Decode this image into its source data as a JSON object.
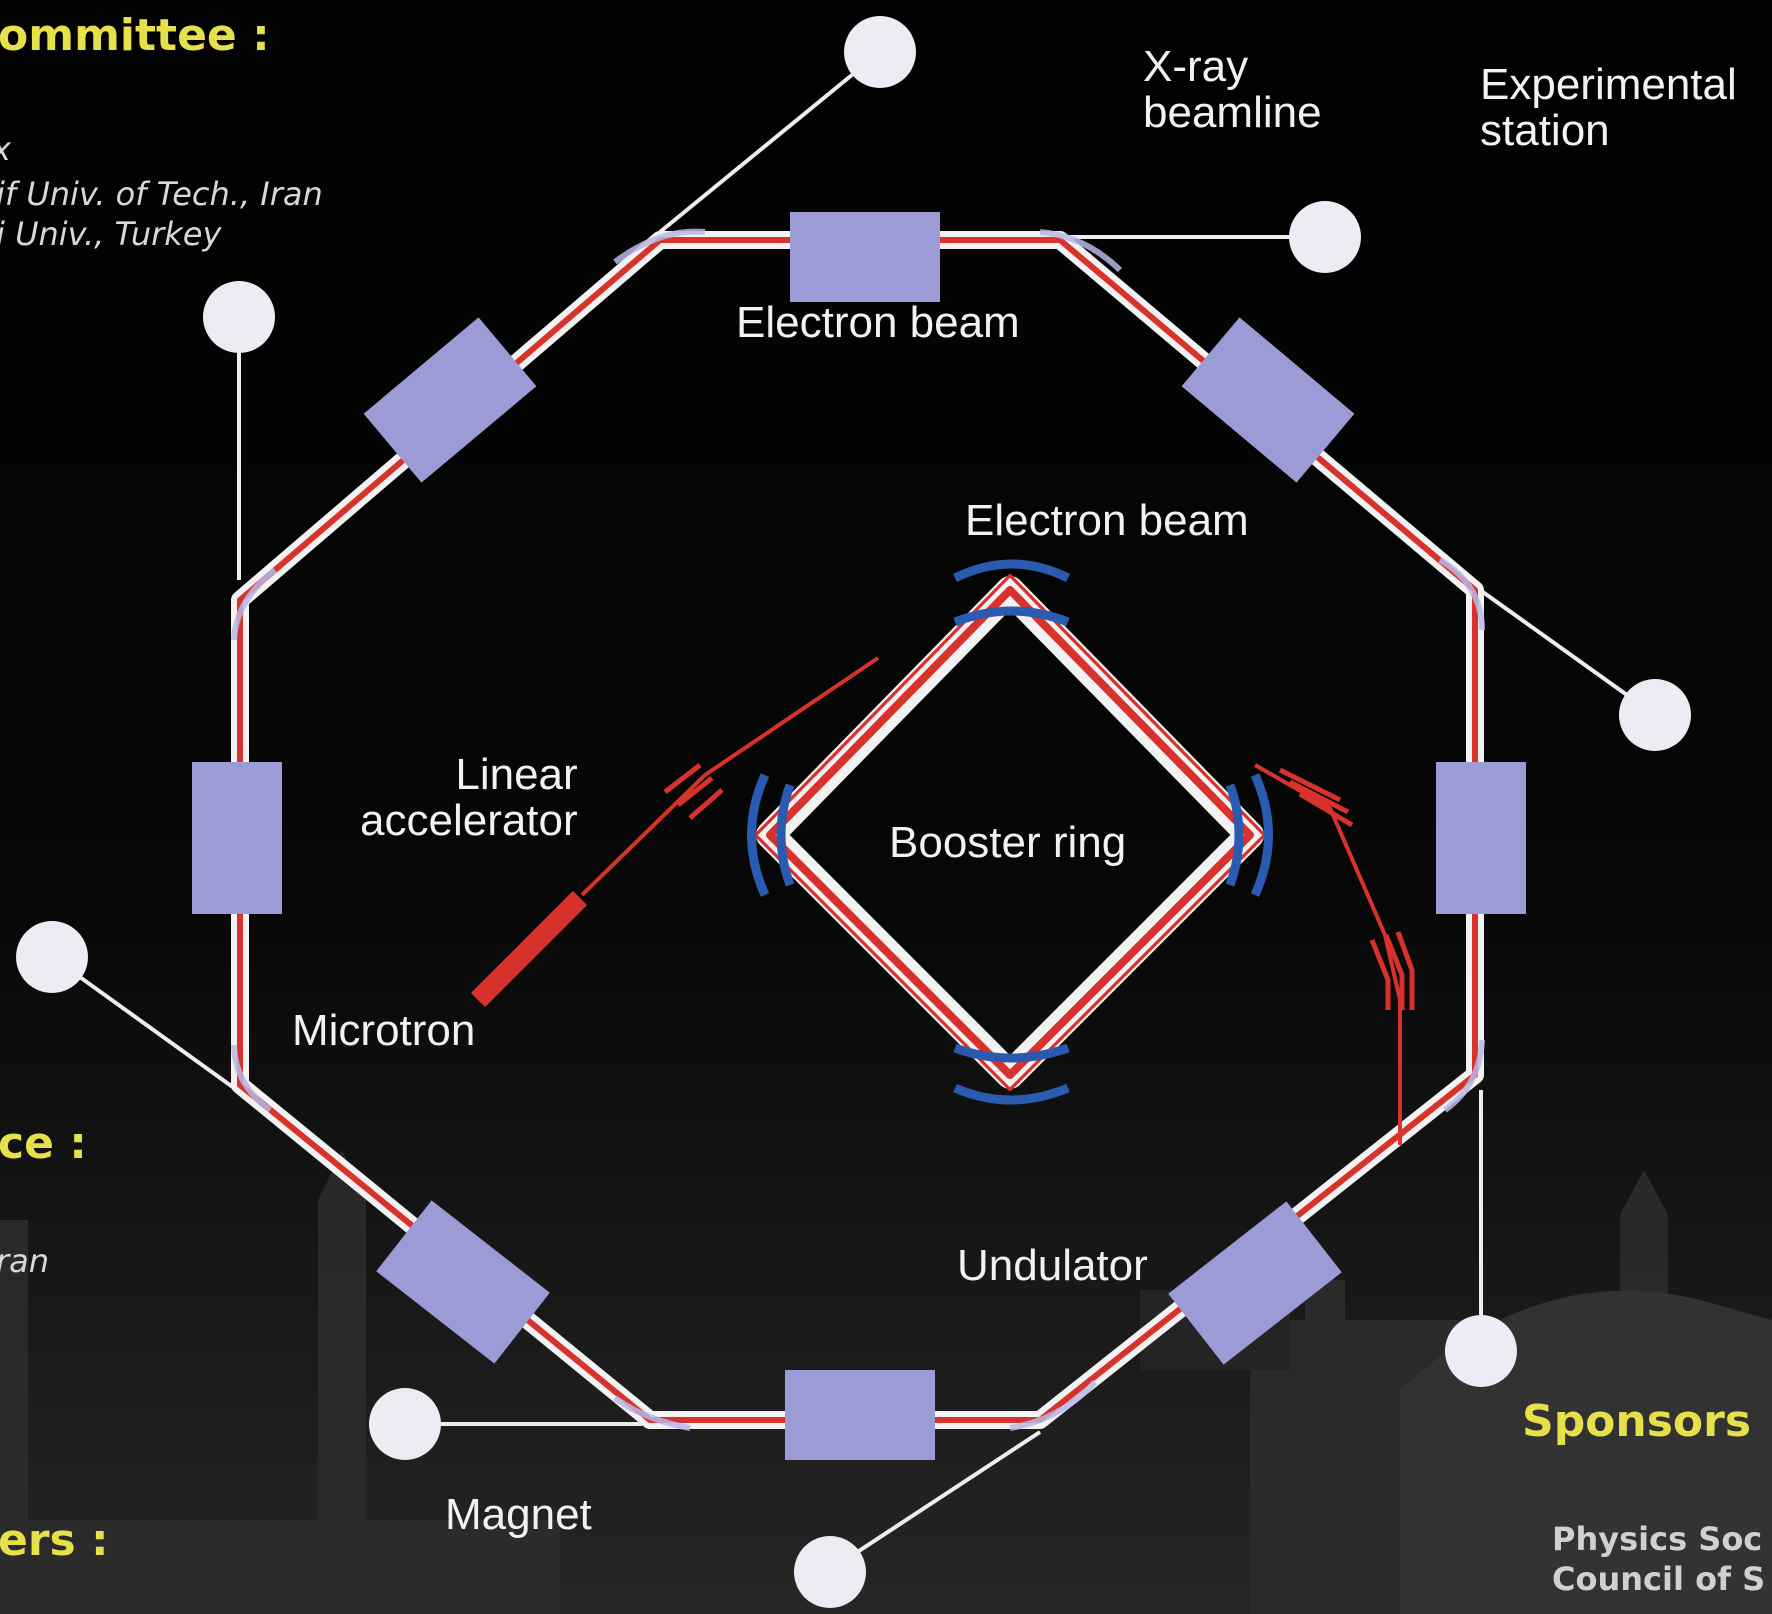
{
  "colors": {
    "magnet": "#9b9bd6",
    "beam_red": "#d8322c",
    "beam_white": "#f2f2f2",
    "bend_blue": "#2a5bb0",
    "label": "#f2f2f2",
    "yellow": "#e6e04a"
  },
  "sidebar_left": {
    "committee_heading": "ommittee :",
    "committee_line1": "x",
    "committee_line2": "if Univ. of Tech., Iran",
    "committee_line3": "i Univ., Turkey",
    "venue_heading": "ce :",
    "venue_line1": "ran",
    "speakers_heading": "ers :"
  },
  "sidebar_right": {
    "sponsors_heading": "Sponsors",
    "sponsor_line1": "Physics Soc",
    "sponsor_line2": "Council of S"
  },
  "diagram": {
    "xray_beamline": "X-ray\nbeamline",
    "experimental_station": "Experimental\nstation",
    "electron_beam_top": "Electron beam",
    "electron_beam_inner": "Electron beam",
    "linear_accelerator": "Linear\naccelerator",
    "booster_ring": "Booster ring",
    "microtron": "Microtron",
    "undulator": "Undulator",
    "magnet": "Magnet"
  }
}
